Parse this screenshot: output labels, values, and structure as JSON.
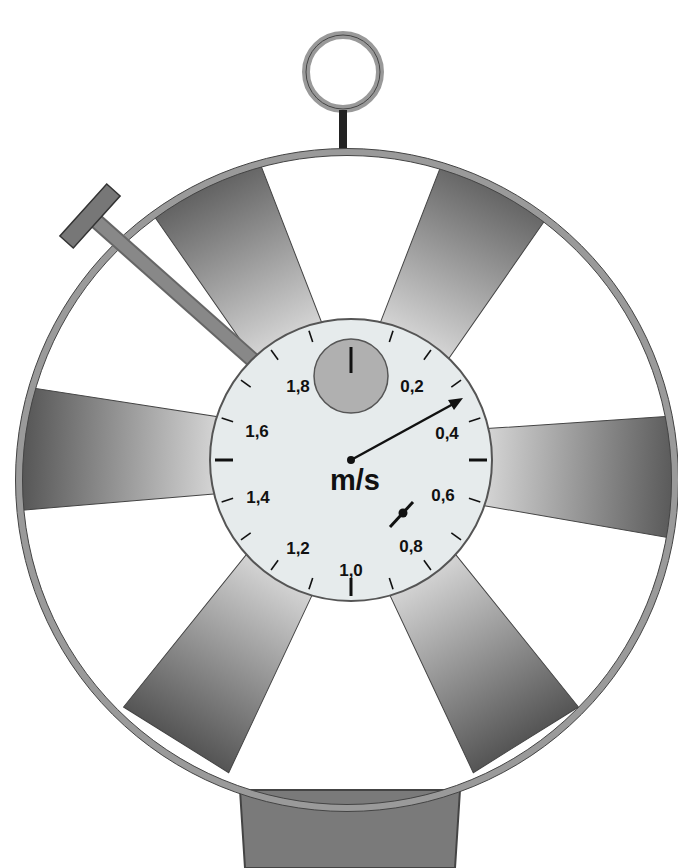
{
  "diagram": {
    "labels": [
      "1,8",
      "0,2",
      "1,6",
      "0,4",
      "m/s",
      "1,4",
      "0,6",
      "1,2",
      "1,0",
      "0,8"
    ]
  }
}
